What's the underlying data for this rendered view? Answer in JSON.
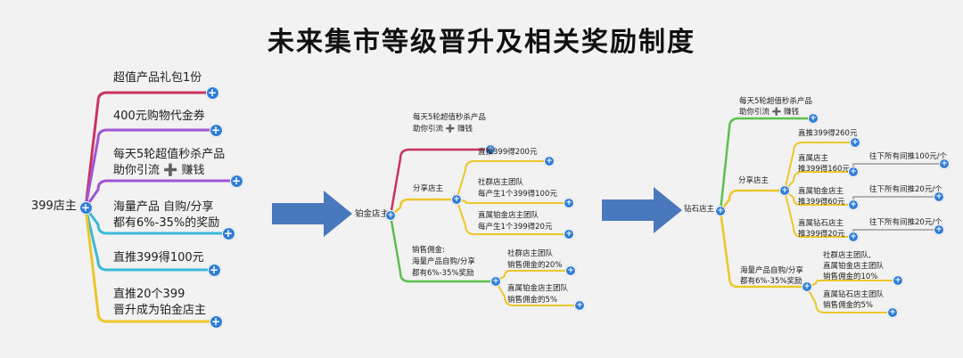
{
  "title": "未来集市等级晋升及相关奖励制度",
  "plus_glyph": "+",
  "colors": {
    "arrow": "#4a78bd",
    "expander": "#2f7dd6"
  },
  "map1": {
    "root": "399店主",
    "branches": [
      {
        "lines": [
          "超值产品礼包1份"
        ]
      },
      {
        "lines": [
          "400元购物代金券"
        ]
      },
      {
        "lines": [
          "每天5轮超值秒杀产品",
          "助你引流 ➕ 赚钱"
        ]
      },
      {
        "lines": [
          "海量产品 自购/分享",
          "都有6%-35%的奖励"
        ]
      },
      {
        "lines": [
          "直推399得100元"
        ]
      },
      {
        "lines": [
          "直推20个399",
          "晋升成为铂金店主"
        ]
      }
    ]
  },
  "map2": {
    "root": "铂金店主",
    "top": {
      "lines": [
        "每天5轮超值秒杀产品",
        "助你引流 ➕ 赚钱"
      ]
    },
    "share": {
      "label": "分享店主",
      "children": [
        {
          "lines": [
            "直推399得200元"
          ]
        },
        {
          "lines": [
            "社群店主团队",
            "每产生1个399得100元"
          ]
        },
        {
          "lines": [
            "直属铂金店主团队",
            "每产生1个399得20元"
          ]
        }
      ]
    },
    "sales": {
      "lines": [
        "销售佣金:",
        "海量产品自购/分享",
        "都有6%-35%奖励"
      ],
      "children": [
        {
          "lines": [
            "社群店主团队",
            "销售佣金的20%"
          ]
        },
        {
          "lines": [
            "直属铂金店主团队",
            "销售佣金的5%"
          ]
        }
      ]
    }
  },
  "map3": {
    "root": "钻石店主",
    "top": {
      "lines": [
        "每天5轮超值秒杀产品",
        "助你引流 ➕ 赚钱"
      ]
    },
    "share": {
      "label": "分享店主",
      "children": [
        {
          "lines": [
            "直推399得260元"
          ]
        },
        {
          "lines": [
            "直属店主",
            "推399得160元"
          ],
          "extra": "往下所有间推100元/个"
        },
        {
          "lines": [
            "直属铂金店主",
            "推399得60元"
          ],
          "extra": "往下所有间推20元/个"
        },
        {
          "lines": [
            "直属钻石店主",
            "推399得20元"
          ],
          "extra": "往下所有间推20元/个"
        }
      ]
    },
    "sales": {
      "lines": [
        "海量产品自购/分享",
        "都有6%-35%奖励"
      ],
      "children": [
        {
          "lines": [
            "社群店主团队,",
            "直属铂金店主团队",
            "销售佣金的10%"
          ]
        },
        {
          "lines": [
            "直属钻石店主团队",
            "销售佣金的5%"
          ]
        }
      ]
    }
  }
}
